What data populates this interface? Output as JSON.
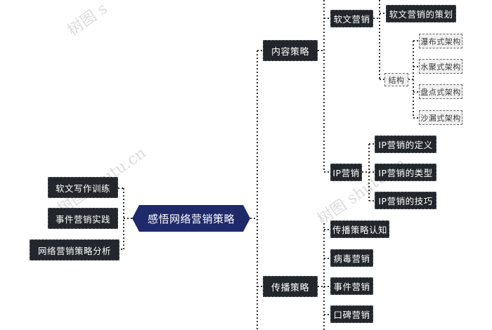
{
  "root": {
    "label": "感悟网络营销策略",
    "color": "#1f2a6b"
  },
  "left_branches": [
    {
      "label": "软文写作训练"
    },
    {
      "label": "事件营销实践"
    },
    {
      "label": "网络营销策略分析"
    }
  ],
  "right_branches": [
    {
      "label": "内容策略",
      "children": [
        {
          "label": "软文营销",
          "children": [
            {
              "label": "软文营销的策划"
            },
            {
              "label": "结构",
              "children": [
                {
                  "label": "瀑布式架构"
                },
                {
                  "label": "水聚式架构"
                },
                {
                  "label": "盘点式架构"
                },
                {
                  "label": "沙漏式架构"
                }
              ]
            }
          ]
        },
        {
          "label": "IP营销",
          "children": [
            {
              "label": "IP营销的定义"
            },
            {
              "label": "IP营销的类型"
            },
            {
              "label": "IP营销的技巧"
            }
          ]
        }
      ]
    },
    {
      "label": "传播策略",
      "children": [
        {
          "label": "传播策略认知"
        },
        {
          "label": "病毒营销"
        },
        {
          "label": "事件营销"
        },
        {
          "label": "口碑营销"
        }
      ]
    }
  ],
  "watermarks": [
    "树图 s",
    "树图 shutu.cn",
    "树图 shutu.cn"
  ]
}
